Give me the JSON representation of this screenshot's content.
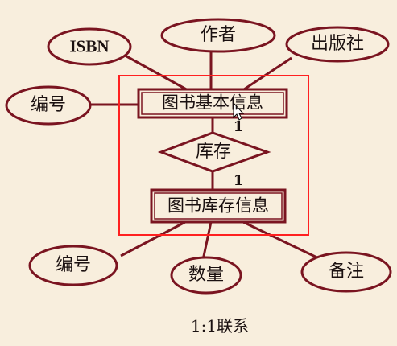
{
  "diagram": {
    "entities": {
      "top": "图书基本信息",
      "bottom": "图书库存信息"
    },
    "relationship": "库存",
    "cardinality": {
      "top": "1",
      "bottom": "1"
    },
    "attributes": {
      "isbn": "ISBN",
      "author": "作者",
      "publisher": "出版社",
      "top_id": "编号",
      "bottom_id": "编号",
      "quantity": "数量",
      "remark": "备注"
    },
    "caption": "1:1联系"
  },
  "colors": {
    "background": "#f8eedd",
    "outline": "#7a1420",
    "highlight": "#ff2020"
  }
}
